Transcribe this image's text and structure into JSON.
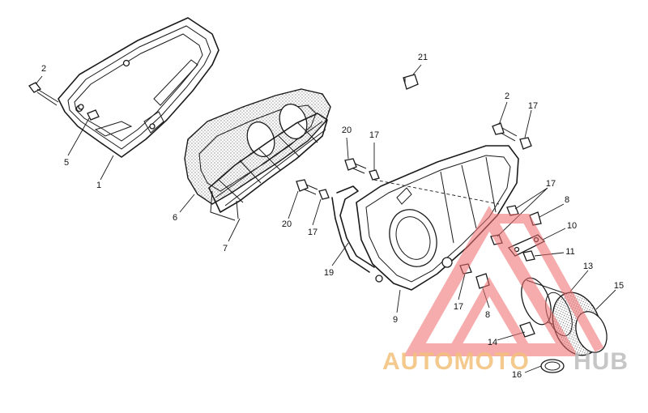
{
  "diagram": {
    "labels": [
      {
        "id": "label-2-left",
        "text": "2"
      },
      {
        "id": "label-5",
        "text": "5"
      },
      {
        "id": "label-1",
        "text": "1"
      },
      {
        "id": "label-6",
        "text": "6"
      },
      {
        "id": "label-7",
        "text": "7"
      },
      {
        "id": "label-20-upper",
        "text": "20"
      },
      {
        "id": "label-17-upper",
        "text": "17"
      },
      {
        "id": "label-20-lower",
        "text": "20"
      },
      {
        "id": "label-17-middle",
        "text": "17"
      },
      {
        "id": "label-19",
        "text": "19"
      },
      {
        "id": "label-9",
        "text": "9"
      },
      {
        "id": "label-21",
        "text": "21"
      },
      {
        "id": "label-2-right",
        "text": "2"
      },
      {
        "id": "label-17-right-top",
        "text": "17"
      },
      {
        "id": "label-17-right",
        "text": "17"
      },
      {
        "id": "label-8-upper",
        "text": "8"
      },
      {
        "id": "label-10",
        "text": "10"
      },
      {
        "id": "label-11",
        "text": "11"
      },
      {
        "id": "label-13",
        "text": "13"
      },
      {
        "id": "label-15",
        "text": "15"
      },
      {
        "id": "label-17-lower",
        "text": "17"
      },
      {
        "id": "label-8-lower",
        "text": "8"
      },
      {
        "id": "label-14",
        "text": "14"
      },
      {
        "id": "label-16",
        "text": "16"
      }
    ]
  },
  "watermark": {
    "part1": "AUTOMOTO",
    "part2": "HUB",
    "colors": {
      "part1": "#f3c07a",
      "part2": "#bdbdbd",
      "logo": "#ef6a6a"
    }
  }
}
